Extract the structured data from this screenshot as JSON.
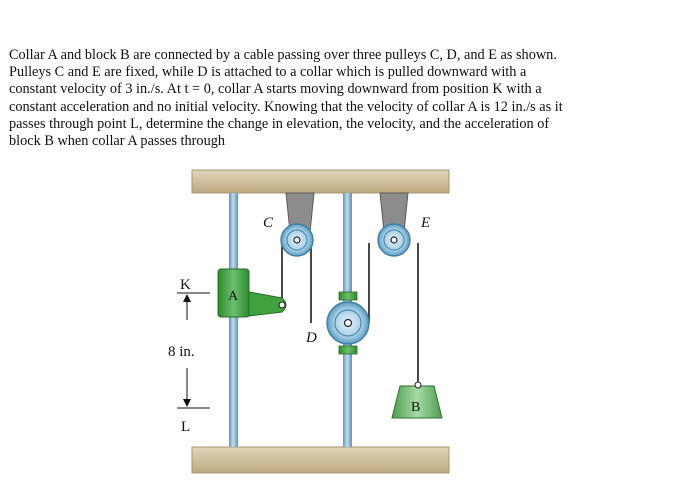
{
  "problem": {
    "lines": [
      "Collar A and block B are connected by a cable passing over three pulleys C, D, and E as shown.",
      "Pulleys C and E are fixed, while D is attached to a collar which is pulled downward with a",
      "constant velocity of 3 in./s. At t = 0, collar A starts moving downward from position K with a",
      "constant acceleration and no initial velocity. Knowing that the velocity of collar A is 12 in./s as it",
      "passes through point L, determine the change in elevation, the velocity, and the acceleration of",
      "block B when collar A passes through"
    ]
  },
  "figure": {
    "labels": {
      "pulley_c": "C",
      "pulley_d": "D",
      "pulley_e": "E",
      "collar_a": "A",
      "block_b": "B",
      "point_k": "K",
      "point_l": "L",
      "distance": "8 in."
    },
    "colors": {
      "beam": "#d4c6a6",
      "rod": "#7fb1d0",
      "collar": "#3aa33a",
      "block": "#5aa85a",
      "pulley": "#8fc4e0",
      "bracket": "#8c8c8c"
    }
  }
}
